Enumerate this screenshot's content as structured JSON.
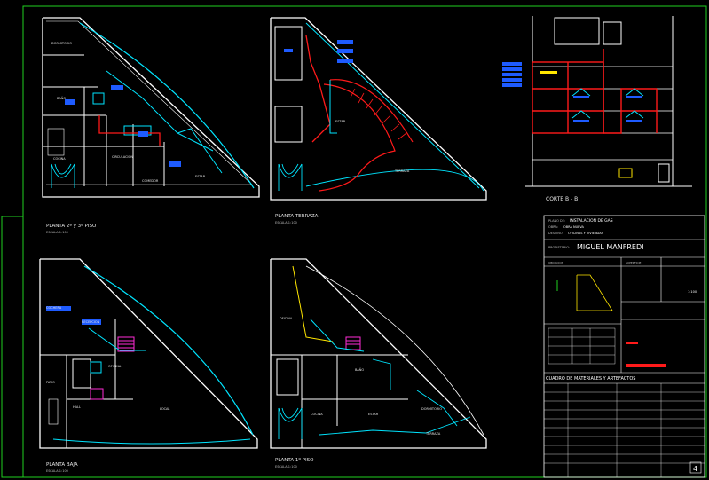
{
  "plans": {
    "plan_2_3": {
      "title": "PLANTA 2º y 3º PISO",
      "scale": "ESCALA 1:100"
    },
    "plan_terraza": {
      "title": "PLANTA TERRAZA",
      "scale": "ESCALA 1:100"
    },
    "plan_baja": {
      "title": "PLANTA BAJA",
      "scale": "ESCALA 1:100"
    },
    "plan_1": {
      "title": "PLANTA 1º PISO",
      "scale": "ESCALA 1:100"
    },
    "section": {
      "title": "CORTE B - B"
    }
  },
  "rooms": {
    "dormitorio": "DORMITORIO",
    "estar": "ESTAR",
    "bano": "BAÑO",
    "cocina": "COCINA",
    "circulacion": "CIRCULACION",
    "comedor": "COMEDOR",
    "escalera": "ESCALERA",
    "terraza": "TERRAZA",
    "cochera": "COCHERA",
    "recepcion": "RECEPCION",
    "oficina": "OFICINA",
    "local": "LOCAL",
    "hall": "HALL",
    "patio": "PATIO"
  },
  "title_block": {
    "plano_de_label": "PLANO DE:",
    "plano_de_value": "INSTALACION DE GAS",
    "obra_label": "OBRA:",
    "obra_value": "OBRA NUEVA",
    "destino_label": "DESTINO:",
    "destino_value": "OFICINAS Y VIVIENDAS",
    "propietario_label": "PROPIETARIO:",
    "propietario_value": "MIGUEL MANFREDI",
    "ubicacion_label": "UBICACION",
    "superficie_label": "SUPERFICIE",
    "escala": "1:100",
    "lamina": "4",
    "cuadro_title": "CUADRO DE MATERIALES Y ARTEFACTOS"
  },
  "colors": {
    "wall": "#ffffff",
    "gas_pipe": "#ff1a1a",
    "cyan": "#00e5ff",
    "blue_label": "#1e5bff",
    "green_frame": "#1fd11f",
    "yellow": "#ffe600",
    "magenta": "#ff2bd6"
  }
}
